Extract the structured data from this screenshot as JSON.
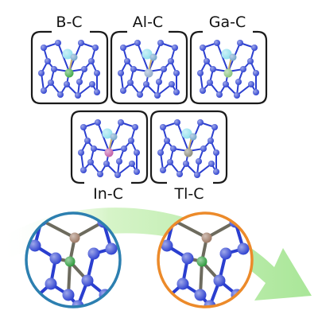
{
  "panels": [
    {
      "label": "B-C",
      "dopant_color": "#3ea846"
    },
    {
      "label": "Al-C",
      "dopant_color": "#8fa9c9"
    },
    {
      "label": "Ga-C",
      "dopant_color": "#86c27a"
    },
    {
      "label": "In-C",
      "dopant_color": "#c05aa6"
    },
    {
      "label": "Tl-C",
      "dopant_color": "#8a8a7a"
    }
  ],
  "colors": {
    "silicon_atom": "#2a3ecf",
    "bond": "#2a3ecf",
    "carbon_atom": "#70a2c8",
    "hydrogen_atom": "#8fe0ee",
    "zoom_left_ring": "#2c7fb0",
    "zoom_right_ring": "#ec8a2a",
    "arrow": "#b9ecaa",
    "zoom_top_atom": "#9a7560",
    "zoom_dopant_atom": "#2b9a3a"
  },
  "icons": [
    "panel-frame",
    "zoom-circle-left",
    "zoom-circle-right",
    "progress-arrow"
  ]
}
